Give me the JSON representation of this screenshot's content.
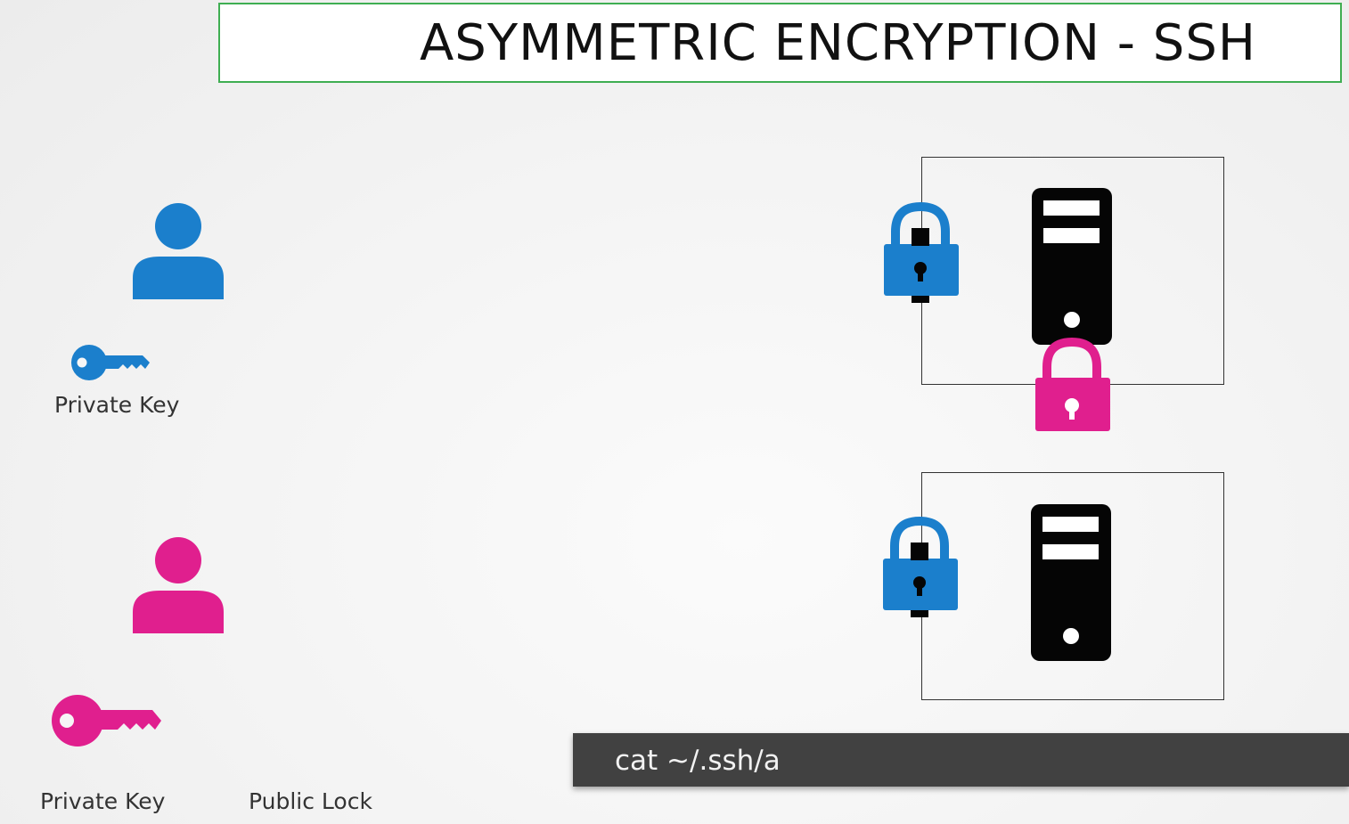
{
  "title": "ASYMMETRIC ENCRYPTION  -  SSH",
  "colors": {
    "blue": "#1b7fcc",
    "pink": "#e01f8e",
    "server": "#050505",
    "title_border": "#3fae52",
    "terminal_bg": "#414141"
  },
  "user_top": {
    "icon": "user-icon",
    "key_icon": "key-icon",
    "key_label": "Private Key"
  },
  "user_bottom": {
    "icon": "user-icon",
    "key_icon": "key-icon",
    "key_label": "Private Key",
    "lock_label": "Public Lock"
  },
  "servers": [
    {
      "icon": "server-icon",
      "locks": [
        "blue-padlock-icon",
        "pink-padlock-icon"
      ]
    },
    {
      "icon": "server-icon",
      "locks": [
        "blue-padlock-icon"
      ]
    }
  ],
  "terminal": {
    "command": "cat ~/.ssh/a"
  }
}
